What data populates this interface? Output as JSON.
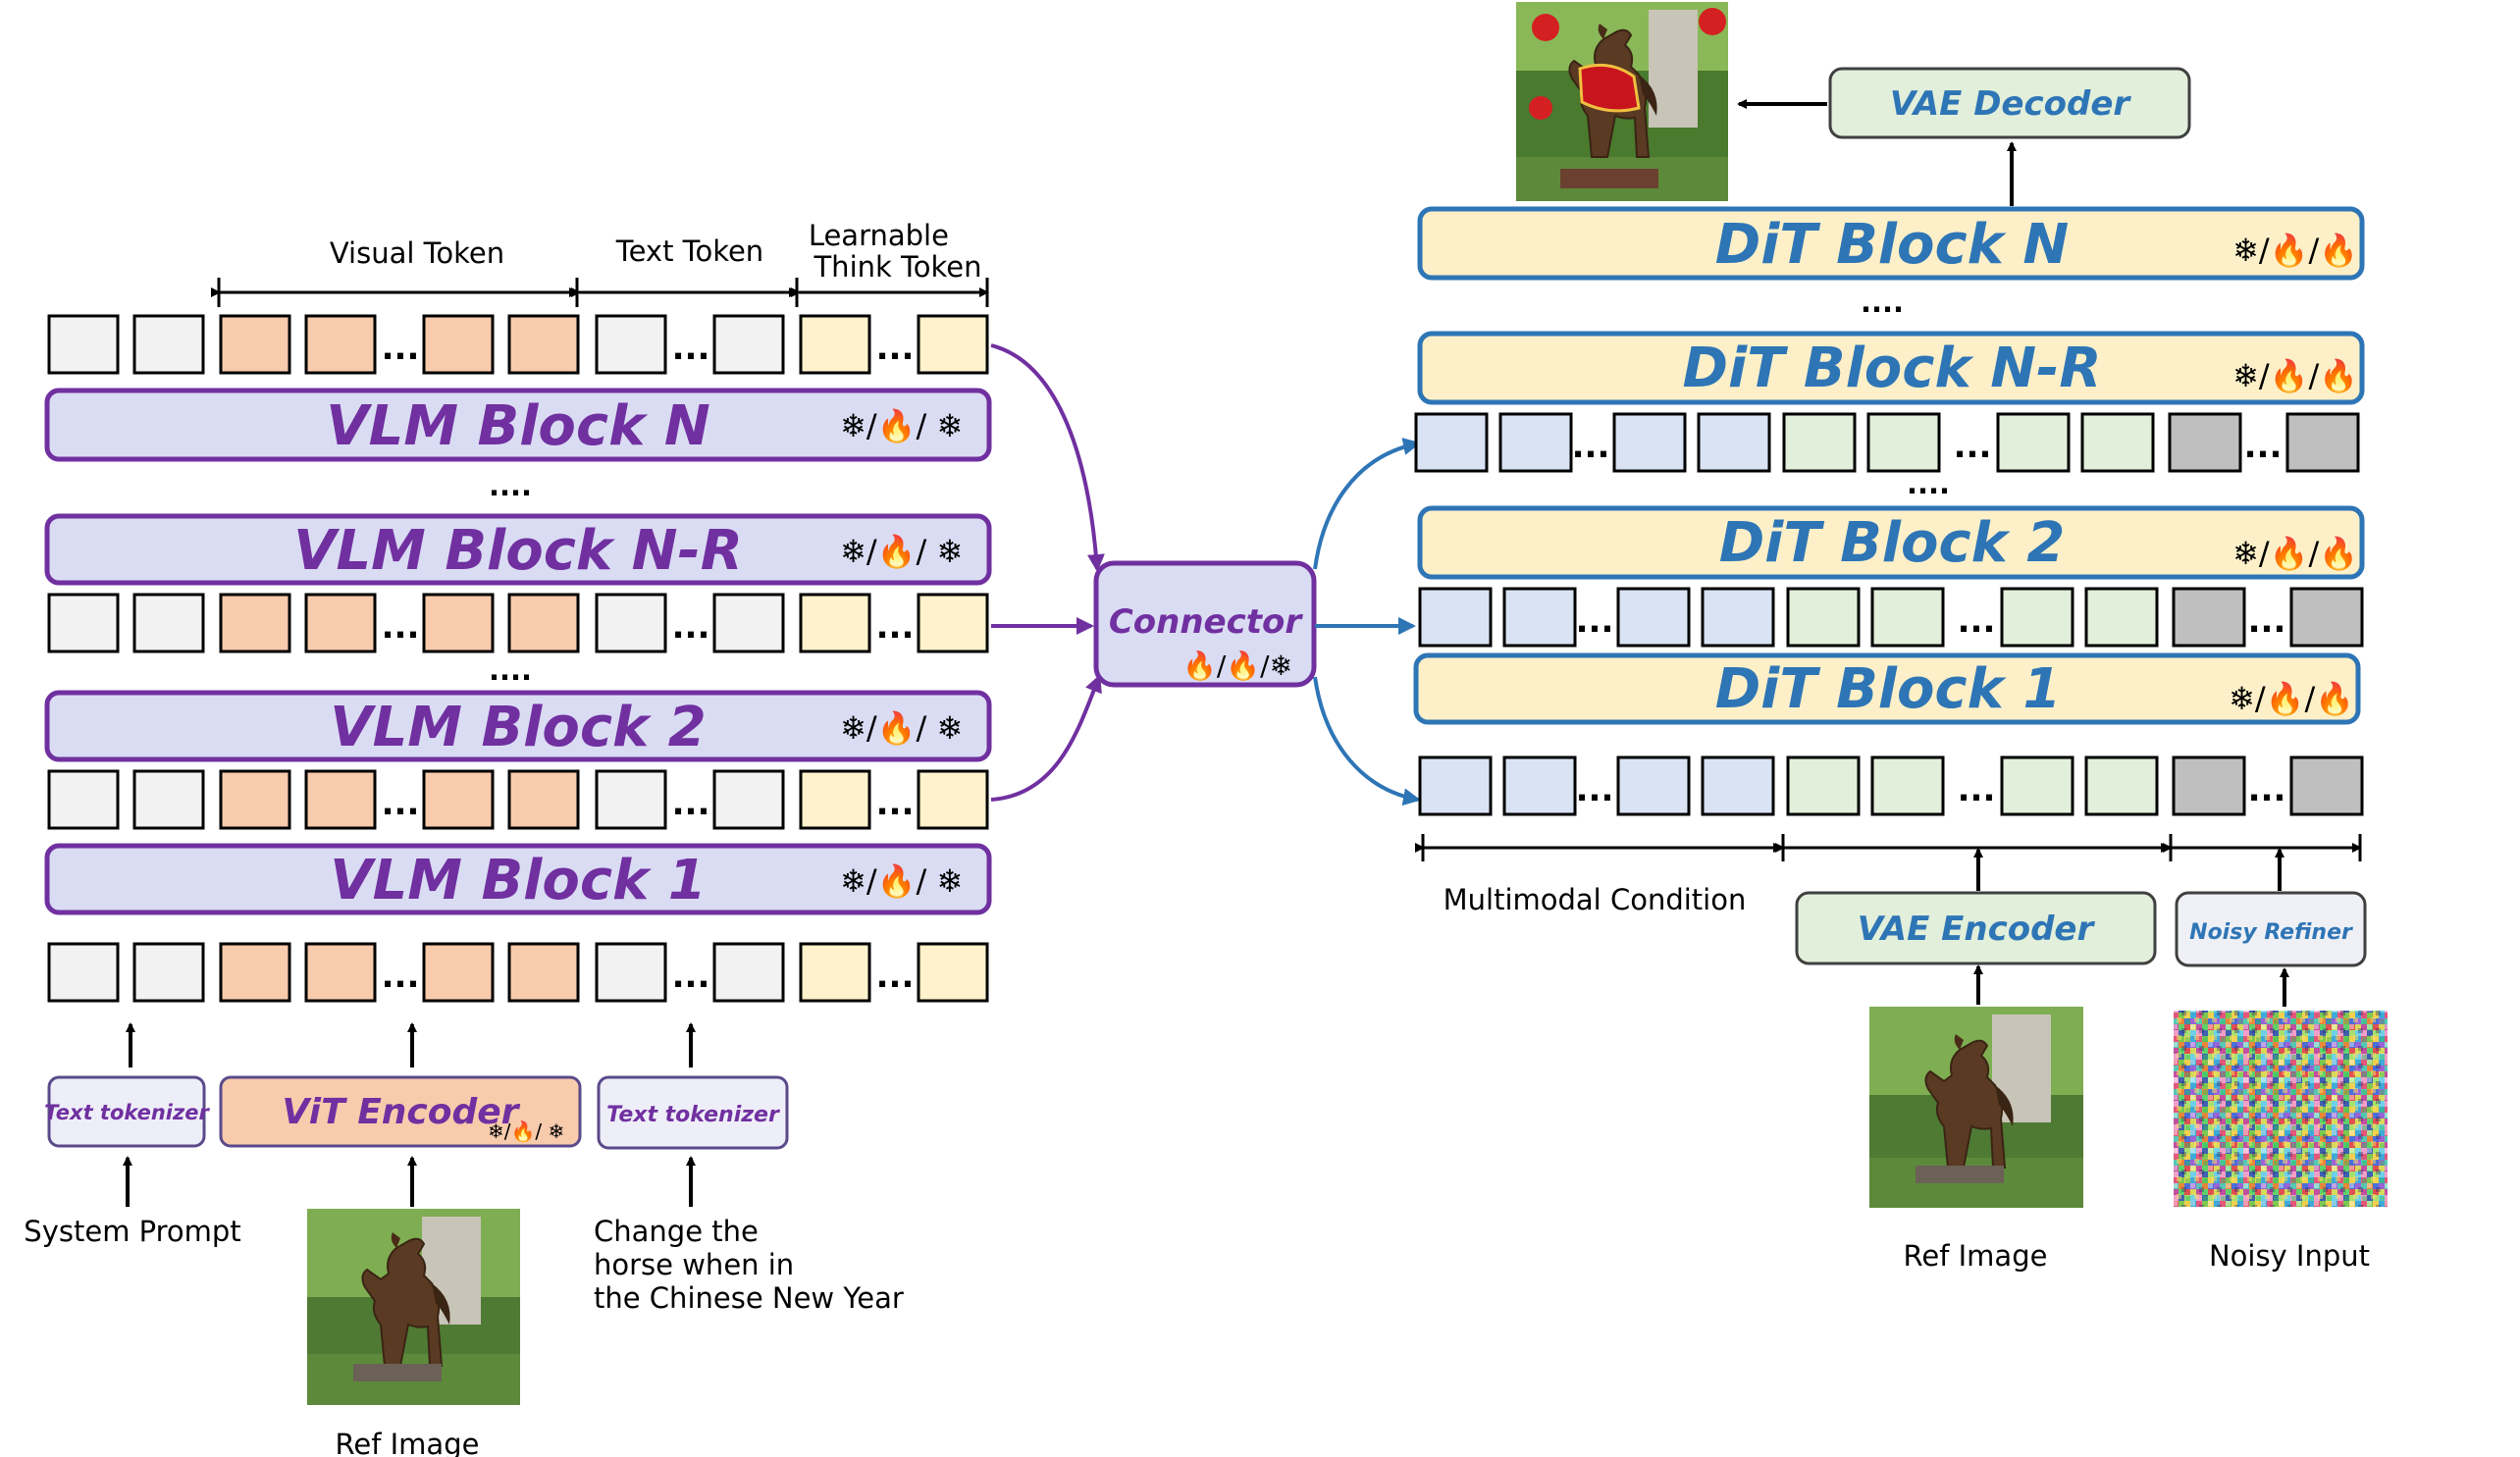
{
  "vlm": {
    "token_group_labels": {
      "visual": "Visual Token",
      "text": "Text Token",
      "think": "Learnable Think Token"
    },
    "blocks": [
      {
        "name": "VLM Block N",
        "status": "❄/🔥/ ❄"
      },
      {
        "name": "VLM Block N-R",
        "status": "❄/🔥/ ❄"
      },
      {
        "name": "VLM Block 2",
        "status": "❄/🔥/ ❄"
      },
      {
        "name": "VLM Block 1",
        "status": "❄/🔥/ ❄"
      }
    ],
    "ellipsis": "....",
    "token_ellipsis": "...",
    "inputs": {
      "text_tokenizer_1": "Text tokenizer",
      "vit_encoder": "ViT Encoder",
      "vit_status": "❄/🔥/ ❄",
      "text_tokenizer_2": "Text tokenizer",
      "system_prompt": "System Prompt",
      "instruction": "Change the horse when in the Chinese New Year",
      "ref_image_label": "Ref Image"
    }
  },
  "connector": {
    "label": "Connector",
    "status": "🔥/🔥/❄"
  },
  "dit": {
    "vae_decoder": "VAE Decoder",
    "blocks": [
      {
        "name": "DiT Block N",
        "status": "❄/🔥/🔥"
      },
      {
        "name": "DiT Block N-R",
        "status": "❄/🔥/🔥"
      },
      {
        "name": "DiT Block 2",
        "status": "❄/🔥/🔥"
      },
      {
        "name": "DiT Block 1",
        "status": "❄/🔥/🔥"
      }
    ],
    "ellipsis": "....",
    "token_ellipsis": "...",
    "multimodal_condition": "Multimodal Condition",
    "vae_encoder": "VAE Encoder",
    "noisy_refiner": "Noisy Refiner",
    "ref_image_label": "Ref Image",
    "noisy_input_label": "Noisy Input"
  },
  "colors": {
    "vlm_purple": "#7030a0",
    "vlm_block_fill": "#dadcf3",
    "dit_blue": "#2e75b6",
    "dit_block_fill": "#fdf0c8",
    "vae_fill": "#e2efda",
    "token_gray": "#f2f2f2",
    "token_orange": "#f8cbad",
    "token_yellow": "#fff2cc",
    "token_blue": "#dae3f3",
    "token_green": "#e2efda",
    "token_dark": "#bfbfbf"
  }
}
